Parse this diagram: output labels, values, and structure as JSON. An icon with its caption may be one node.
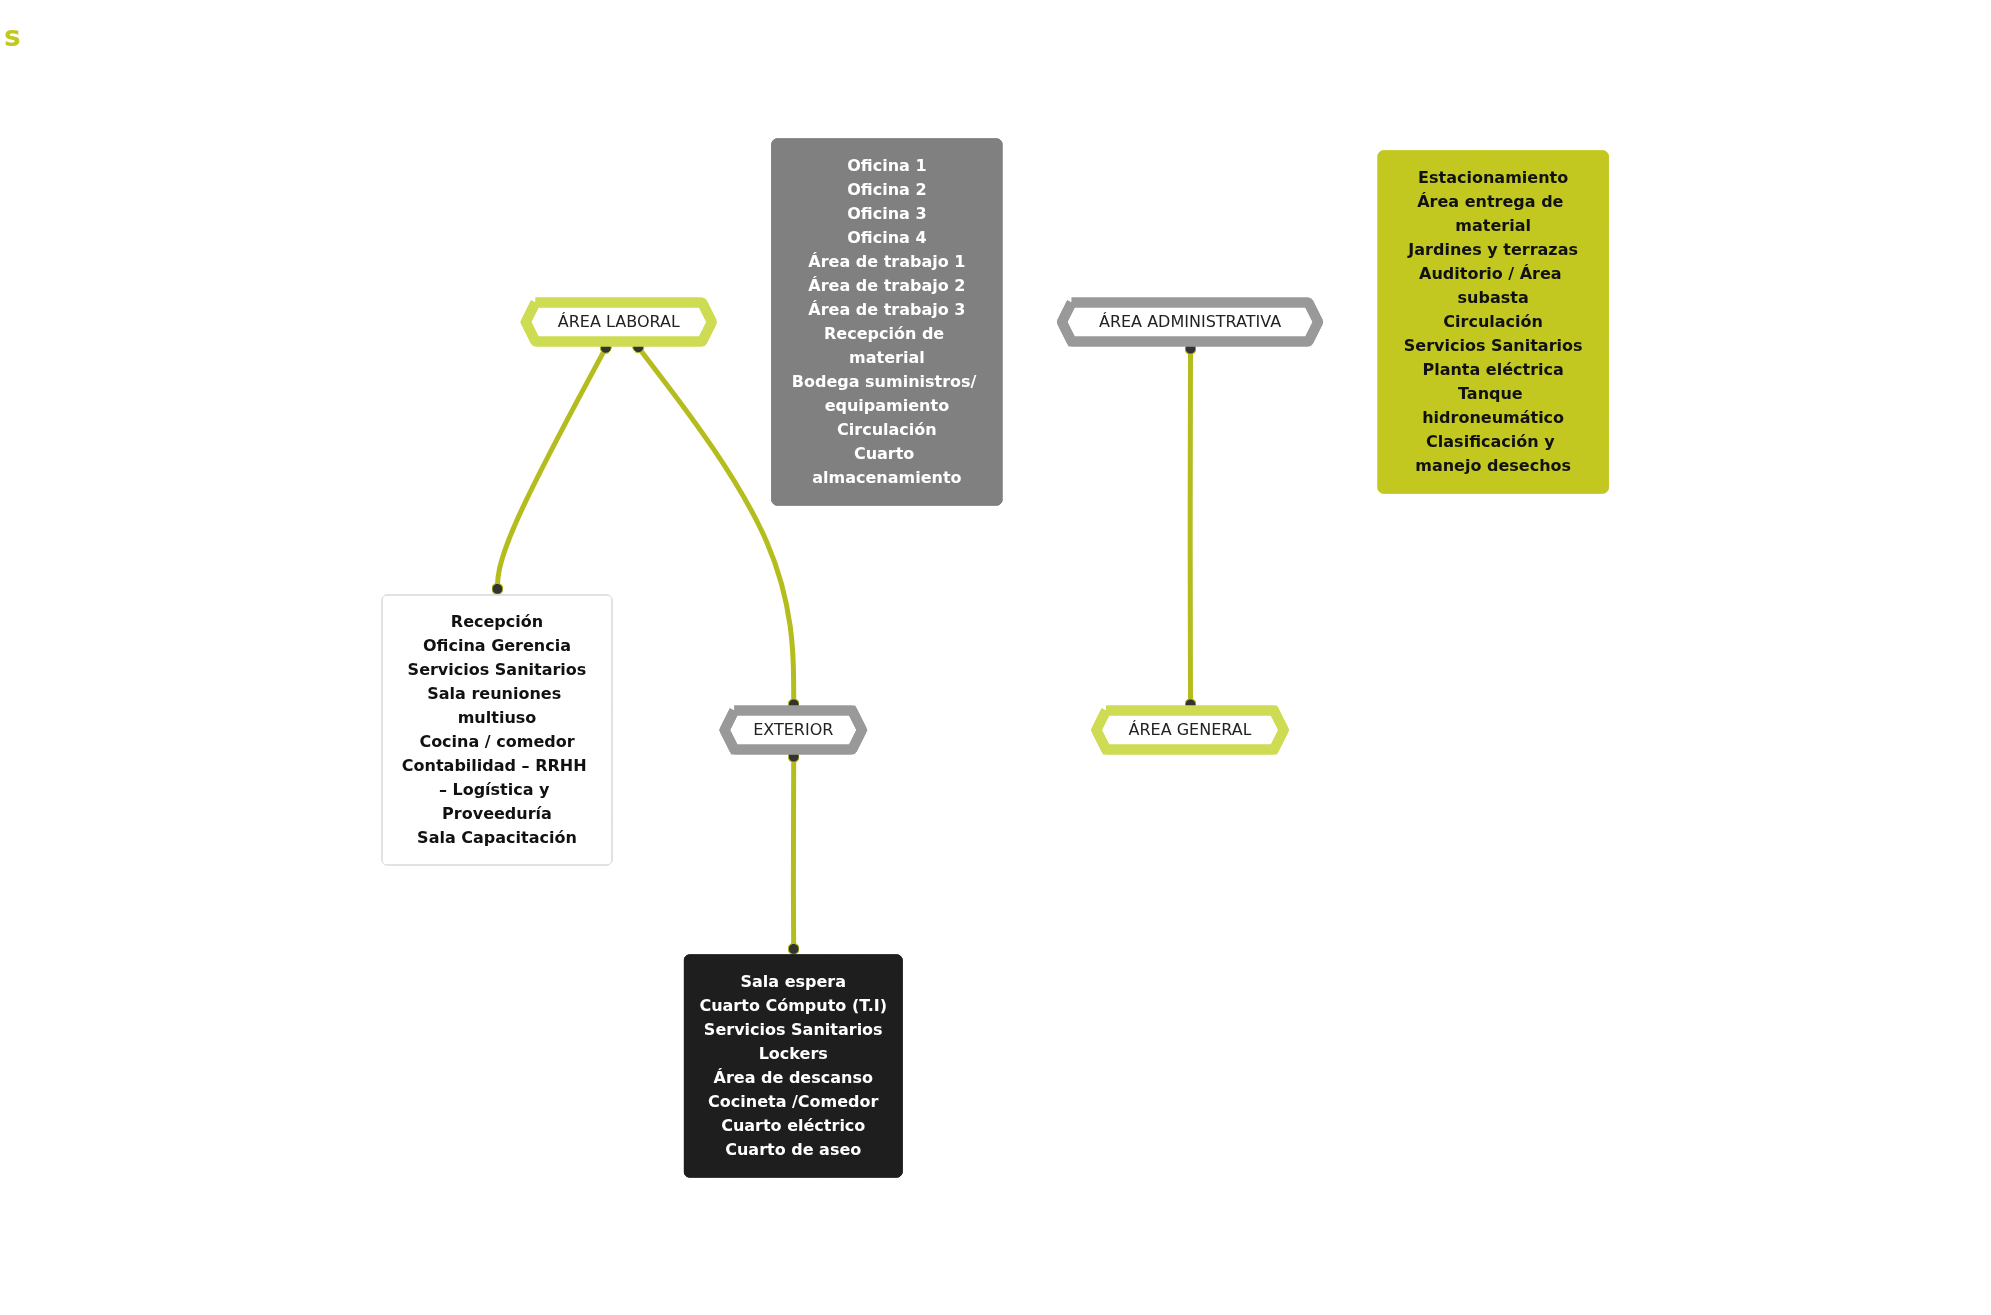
{
  "diagram": {
    "nodes": [
      {
        "text": [
          "ÁREA LABORAL"
        ]
      },
      {
        "text": [
          "Oficina 1",
          "Oficina 2",
          "Oficina 3",
          "Oficina 4",
          "Área de trabajo 1",
          "Área de trabajo 2",
          "Área de trabajo 3",
          "Recepción de material",
          "Bodega suministros/ equipamiento",
          "Circulación",
          "Cuarto almacenamiento"
        ]
      },
      {
        "text": [
          "ÁREA ADMINISTRATIVA"
        ]
      },
      {
        "text": [
          "Recepción",
          "Oficina Gerencia",
          "Servicios Sanitarios",
          "Sala reuniones multiuso",
          "Cocina / comedor",
          "Contabilidad – RRHH – Logística y Proveeduría",
          "Sala Capacitación"
        ]
      },
      {
        "text": [
          "EXTERIOR"
        ]
      },
      {
        "text": [
          "Estacionamiento",
          "Área entrega de material",
          "Jardines y terrazas",
          "Auditorio / Área subasta",
          "Circulación",
          "Servicios Sanitarios",
          "Planta eléctrica",
          "Tanque hidroneumático",
          "Clasificación y manejo desechos"
        ]
      },
      {
        "text": [
          "ÁREA GENERAL"
        ]
      },
      {
        "text": [
          "Sala espera",
          "Cuarto Cómputo (T.I)",
          "Servicios Sanitarios",
          "Lockers",
          "Área de descanso",
          "Cocineta /Comedor",
          "Cuarto eléctrico",
          "Cuarto de aseo"
        ]
      }
    ],
    "edges": [
      {
        "from": 0,
        "to": 3,
        "arrow": "other"
      },
      {
        "from": 0,
        "to": 4,
        "arrow": "other"
      },
      {
        "from": 2,
        "to": 6,
        "arrow": "other"
      },
      {
        "from": 4,
        "to": 7,
        "arrow": "other"
      }
    ],
    "labels": [
      "s"
    ]
  }
}
